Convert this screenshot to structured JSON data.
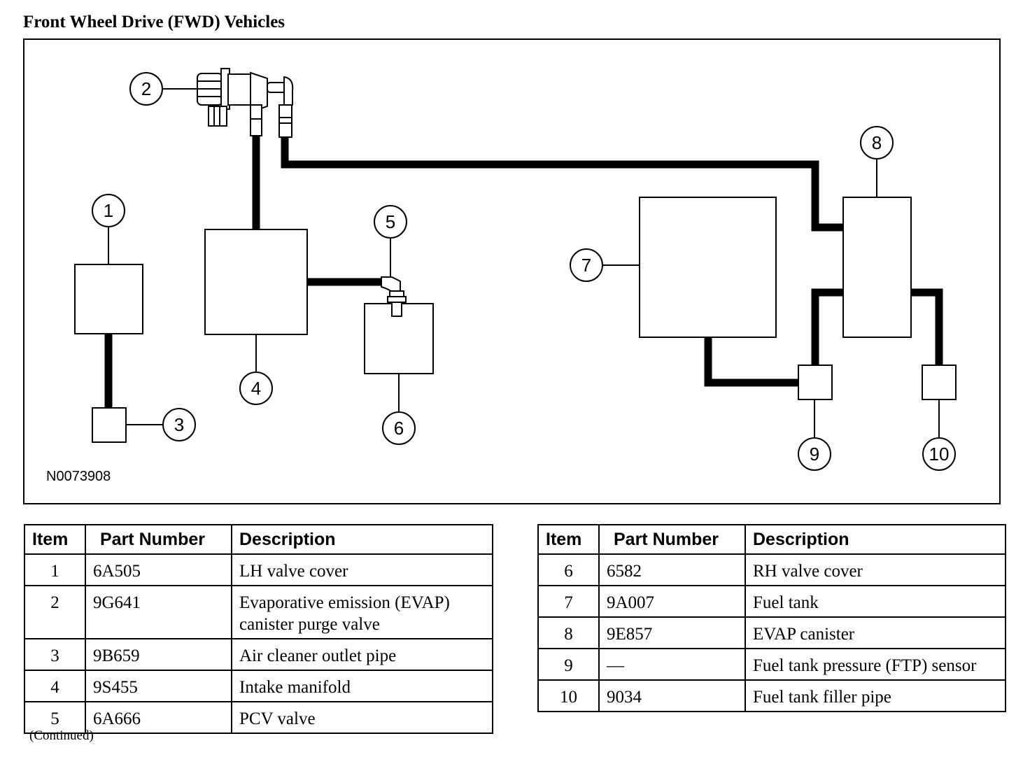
{
  "page": {
    "title": "Front Wheel Drive (FWD) Vehicles",
    "figure_id": "N0073908",
    "continued": "(Continued)"
  },
  "diagram": {
    "callouts": [
      {
        "num": "1",
        "name": "callout-1-lh-valve-cover"
      },
      {
        "num": "2",
        "name": "callout-2-evap-purge-valve"
      },
      {
        "num": "3",
        "name": "callout-3-air-cleaner-outlet-pipe"
      },
      {
        "num": "4",
        "name": "callout-4-intake-manifold"
      },
      {
        "num": "5",
        "name": "callout-5-pcv-valve"
      },
      {
        "num": "6",
        "name": "callout-6-rh-valve-cover"
      },
      {
        "num": "7",
        "name": "callout-7-fuel-tank"
      },
      {
        "num": "8",
        "name": "callout-8-evap-canister"
      },
      {
        "num": "9",
        "name": "callout-9-ftp-sensor"
      },
      {
        "num": "10",
        "name": "callout-10-fuel-tank-filler-pipe"
      }
    ]
  },
  "tables": {
    "headers": {
      "item": "Item",
      "part_number": "Part Number",
      "description": "Description"
    },
    "left": [
      {
        "item": "1",
        "part": "6A505",
        "desc": "LH valve cover"
      },
      {
        "item": "2",
        "part": "9G641",
        "desc": "Evaporative emission (EVAP) canister purge valve"
      },
      {
        "item": "3",
        "part": "9B659",
        "desc": "Air cleaner outlet pipe"
      },
      {
        "item": "4",
        "part": "9S455",
        "desc": "Intake manifold"
      },
      {
        "item": "5",
        "part": "6A666",
        "desc": "PCV valve"
      }
    ],
    "right": [
      {
        "item": "6",
        "part": "6582",
        "desc": "RH valve cover"
      },
      {
        "item": "7",
        "part": "9A007",
        "desc": "Fuel tank"
      },
      {
        "item": "8",
        "part": "9E857",
        "desc": "EVAP canister"
      },
      {
        "item": "9",
        "part": "—",
        "desc": "Fuel tank pressure (FTP) sensor"
      },
      {
        "item": "10",
        "part": "9034",
        "desc": "Fuel tank filler pipe"
      }
    ]
  }
}
